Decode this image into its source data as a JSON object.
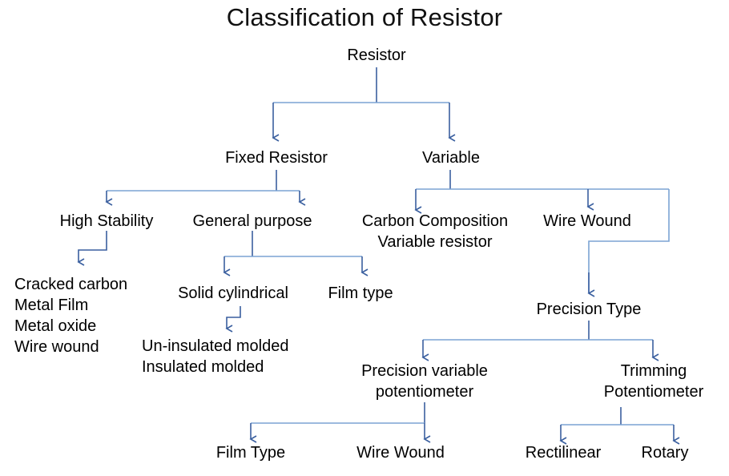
{
  "title": "Classification of Resistor",
  "colors": {
    "line_dark": "#3a5f9f",
    "line_light": "#7ba3d4",
    "text": "#000000",
    "background": "#ffffff"
  },
  "diagram": {
    "type": "tree",
    "root": "Resistor",
    "nodes": {
      "resistor": "Resistor",
      "fixed_resistor": "Fixed Resistor",
      "variable": "Variable",
      "high_stability": "High Stability",
      "general_purpose": "General purpose",
      "carbon_composition": "Carbon Composition\nVariable resistor",
      "wire_wound": "Wire Wound",
      "high_stability_types": "Cracked carbon\nMetal Film\nMetal oxide\nWire wound",
      "solid_cylindrical": "Solid cylindrical",
      "film_type": "Film type",
      "molded_types": "Un-insulated molded\nInsulated molded",
      "precision_type": "Precision Type",
      "precision_variable_potentiometer": "Precision variable\npotentiometer",
      "trimming_potentiometer": "Trimming\nPotentiometer",
      "film_type_2": "Film Type",
      "wire_wound_2": "Wire Wound",
      "rectilinear": "Rectilinear",
      "rotary": "Rotary"
    },
    "edges": [
      [
        "resistor",
        "fixed_resistor"
      ],
      [
        "resistor",
        "variable"
      ],
      [
        "fixed_resistor",
        "high_stability"
      ],
      [
        "fixed_resistor",
        "general_purpose"
      ],
      [
        "variable",
        "carbon_composition"
      ],
      [
        "variable",
        "wire_wound"
      ],
      [
        "variable",
        "precision_type"
      ],
      [
        "high_stability",
        "high_stability_types"
      ],
      [
        "general_purpose",
        "solid_cylindrical"
      ],
      [
        "general_purpose",
        "film_type"
      ],
      [
        "solid_cylindrical",
        "molded_types"
      ],
      [
        "precision_type",
        "precision_variable_potentiometer"
      ],
      [
        "precision_type",
        "trimming_potentiometer"
      ],
      [
        "precision_variable_potentiometer",
        "film_type_2"
      ],
      [
        "precision_variable_potentiometer",
        "wire_wound_2"
      ],
      [
        "trimming_potentiometer",
        "rectilinear"
      ],
      [
        "trimming_potentiometer",
        "rotary"
      ]
    ]
  }
}
